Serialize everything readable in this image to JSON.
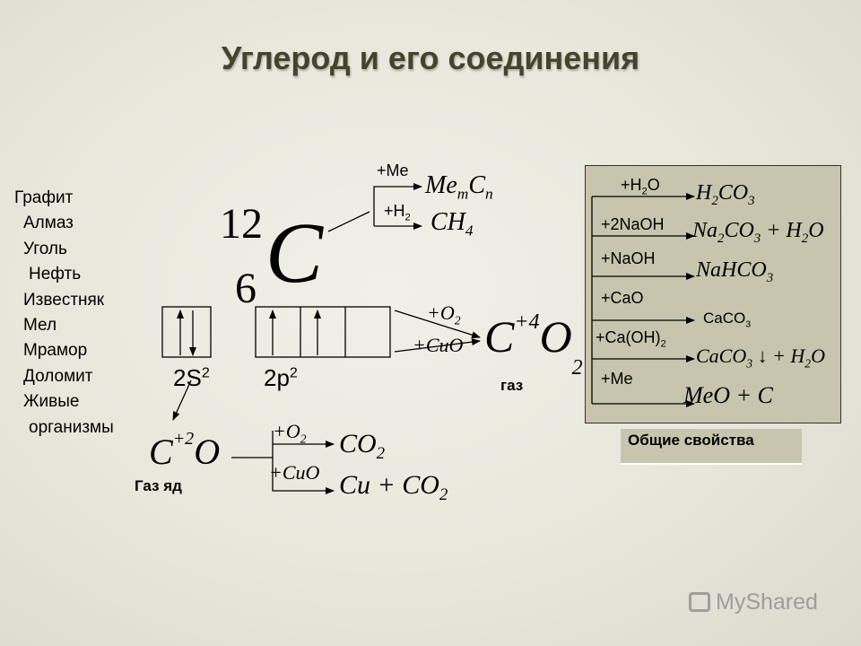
{
  "title": "Углерод и его соединения",
  "occurrence": [
    "Графит",
    "Алмаз",
    "Уголь",
    "Нефть",
    "Известняк",
    "Мел",
    "Мрамор",
    "Доломит",
    "Живые",
    "организмы"
  ],
  "carbon": {
    "mass": "12",
    "number": "6",
    "symbol": "C"
  },
  "orbitals": {
    "s_label": "2S",
    "s_sup": "2",
    "p_label": "2p",
    "p_sup": "2"
  },
  "hydrogen_branch": {
    "me_reagent": "+Me",
    "me_product_a": "Me",
    "me_sub_m": "m",
    "me_product_b": "C",
    "me_sub_n": "n",
    "h2_reagent": "+H",
    "h2_sub": "2",
    "h2_product": "CH",
    "h2_product_sub": "4"
  },
  "co2_branch": {
    "o2_reagent": "+O",
    "o2_sub": "2",
    "cuo_reagent": "+CuO",
    "co2_c": "C",
    "co2_sup": "+4",
    "co2_o": "O",
    "co2_sub": "2",
    "gas_label": "газ"
  },
  "co_branch": {
    "co_c": "C",
    "co_sup": "+2",
    "co_o": "O",
    "poison_label": "Газ яд",
    "o2_reagent": "+O",
    "o2_sub": "2",
    "product1": "CO",
    "product1_sub": "2",
    "cuo_reagent": "+CuO",
    "product2": "Cu + CO",
    "product2_sub": "2"
  },
  "properties": {
    "footer_label": "Общие свойства",
    "rows": [
      {
        "reagent": "+H",
        "reagent_sub": "2",
        "reagent_tail": "O",
        "product": "H",
        "p_sub": "2",
        "product_tail": "CO",
        "p_sub2": "3"
      },
      {
        "reagent": "+2NaOH",
        "product": "Na",
        "p_sub": "2",
        "product_tail": "CO",
        "p_sub2": "3",
        "product_extra": " + H",
        "p_sub3": "2",
        "product_end": "O"
      },
      {
        "reagent": "+NaOH",
        "product": "NaHCO",
        "p_sub": "3"
      },
      {
        "reagent": "+CaO",
        "product": "CaCO",
        "p_sub": "3"
      },
      {
        "reagent": "+Ca(OH)",
        "reagent_sub": "2",
        "product": "CaCO",
        "p_sub": "3",
        "product_tail": " ↓ + H",
        "p_sub2": "2",
        "product_end": "O"
      },
      {
        "reagent": "+Me",
        "product": "MeO + C"
      }
    ]
  },
  "watermark": "MyShared"
}
